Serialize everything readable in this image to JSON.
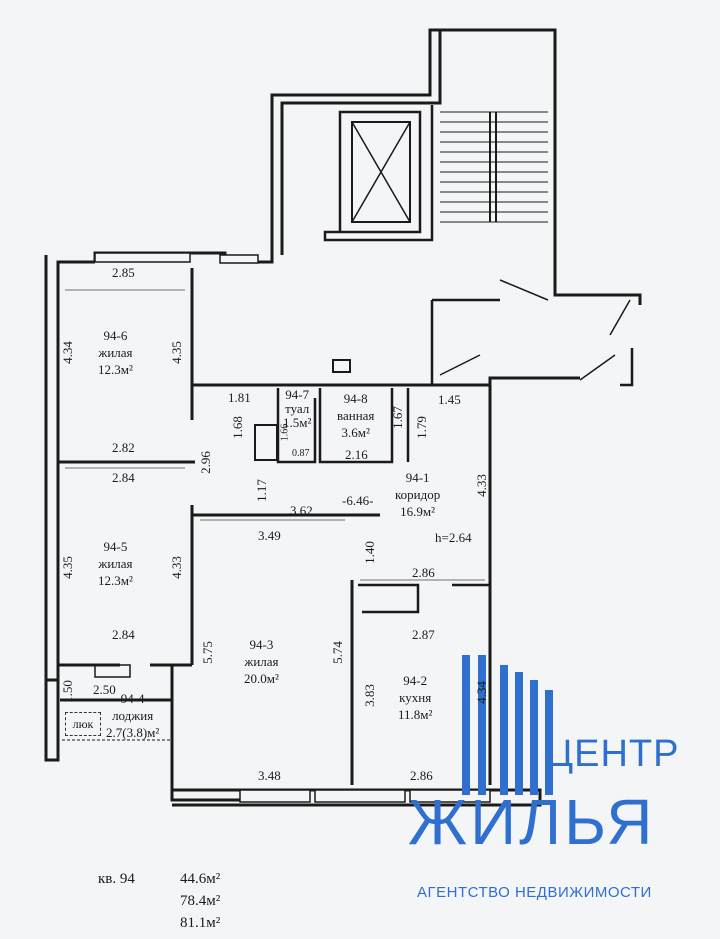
{
  "apartment": {
    "label": "кв. 94",
    "areas": [
      "44.6м²",
      "78.4м²",
      "81.1м²"
    ]
  },
  "rooms": [
    {
      "id": "94-6",
      "name": "жилая",
      "area": "12.3м²"
    },
    {
      "id": "94-5",
      "name": "жилая",
      "area": "12.3м²"
    },
    {
      "id": "94-3",
      "name": "жилая",
      "area": "20.0м²"
    },
    {
      "id": "94-2",
      "name": "кухня",
      "area": "11.8м²"
    },
    {
      "id": "94-1",
      "name": "коридор",
      "area": "16.9м²"
    },
    {
      "id": "94-7",
      "name": "туал",
      "area": "1.5м²"
    },
    {
      "id": "94-8",
      "name": "ванная",
      "area": "3.6м²"
    },
    {
      "id": "94-4",
      "name": "лоджия",
      "area": "2.7(3.8)м²"
    }
  ],
  "corridor_extra": {
    "level": "-6.46-",
    "height": "h=2.64"
  },
  "hatch_label": "люк",
  "dimensions": {
    "d285": "2.85",
    "d434a": "4.34",
    "d435a": "4.35",
    "d282": "2.82",
    "d284a": "2.84",
    "d435b": "4.35",
    "d433a": "4.33",
    "d284b": "2.84",
    "d250": "2.50",
    "d150": "1.50",
    "d181": "1.81",
    "d168": "1.68",
    "d166": "1.66",
    "d087": "0.87",
    "d216": "2.16",
    "d167": "1.67",
    "d179": "1.79",
    "d145": "1.45",
    "d296": "2.96",
    "d117": "1.17",
    "d362": "3.62",
    "d349": "3.49",
    "d140": "1.40",
    "d433b": "4.33",
    "d286a": "2.86",
    "d287": "2.87",
    "d575": "5.75",
    "d574": "5.74",
    "d383": "3.83",
    "d434b": "4.34",
    "d348": "3.48",
    "d286b": "2.86"
  },
  "brand": {
    "line1": "ЦЕНТР",
    "line2": "ЖИЛЬЯ",
    "tagline": "АГЕНТСТВО НЕДВИЖИМОСТИ",
    "color": "#2f6fd0"
  }
}
